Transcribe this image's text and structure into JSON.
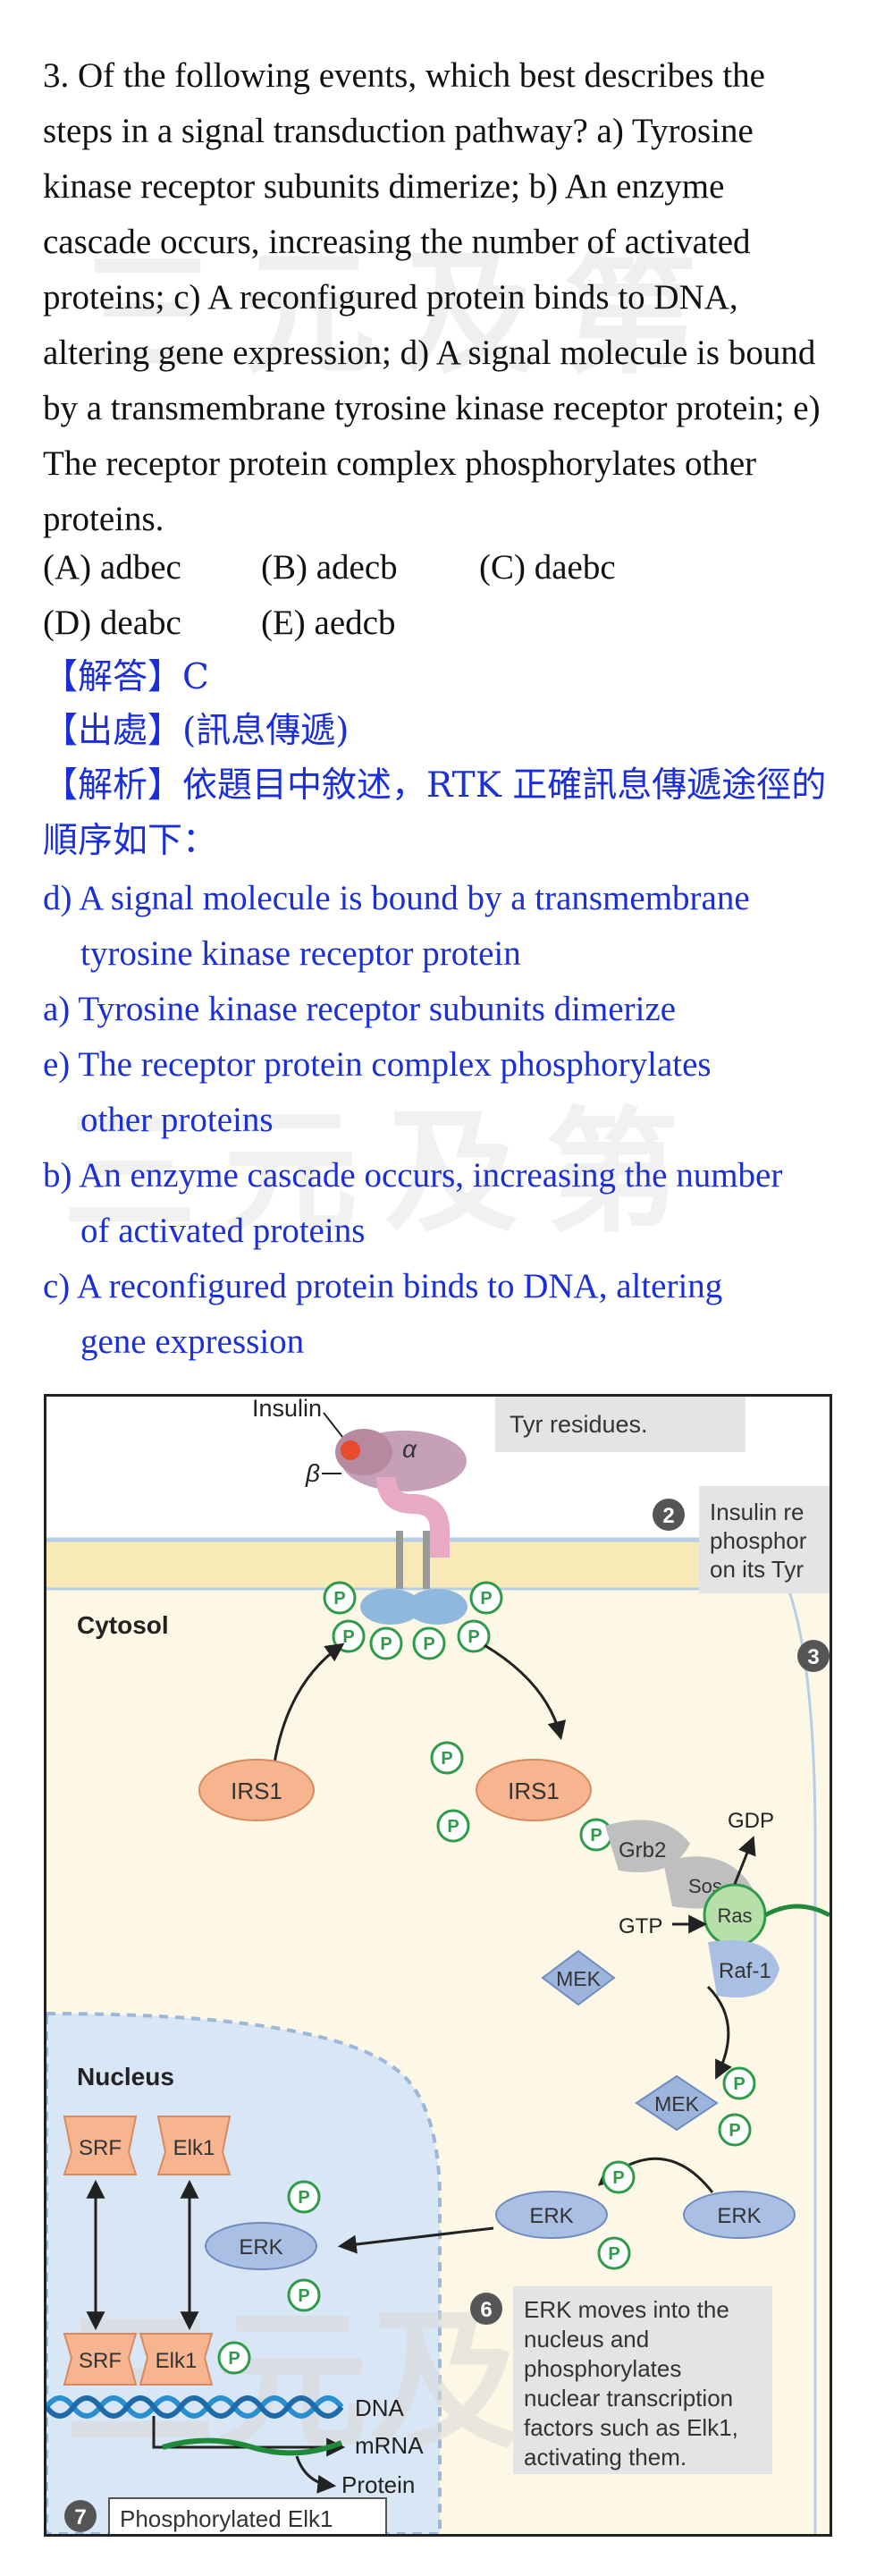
{
  "question": {
    "text": "3. Of the following events, which best describes the steps in a signal transduction pathway? a) Tyrosine kinase receptor subunits dimerize; b) An enzyme cascade occurs, increasing the number of activated proteins; c) A reconfigured protein binds to DNA, altering gene expression; d) A signal molecule is bound by a transmembrane tyrosine kinase receptor protein; e) The receptor protein complex phosphorylates other proteins.",
    "options": [
      "(A) adbec",
      "(B) adecb",
      "(C) daebc",
      "(D) deabc",
      "(E) aedcb"
    ]
  },
  "answer": {
    "line": "【解答】C",
    "source": "【出處】(訊息傳遞)",
    "analysis": "【解析】依題目中敘述，RTK 正確訊息傳遞途徑的順序如下："
  },
  "steps": [
    {
      "first": "d) A signal molecule is bound by a transmembrane",
      "cont": "tyrosine kinase receptor protein"
    },
    {
      "first": "a) Tyrosine kinase receptor subunits dimerize",
      "cont": ""
    },
    {
      "first": "e) The receptor protein complex phosphorylates",
      "cont": "other proteins"
    },
    {
      "first": "b) An enzyme cascade occurs, increasing the number",
      "cont": "of activated proteins"
    },
    {
      "first": "c) A reconfigured protein binds to DNA, altering",
      "cont": "gene expression"
    }
  ],
  "watermark": "三元及第",
  "figure": {
    "insulin": "Insulin",
    "beta": "β",
    "alpha": "α",
    "tyr_box": "Tyr residues.",
    "step2_num": "2",
    "step2_text": [
      "Insulin re",
      "phosphor",
      "on its Tyr"
    ],
    "step3_num": "3",
    "cytosol": "Cytosol",
    "nucleus": "Nucleus",
    "p": "P",
    "irs1": "IRS1",
    "grb2": "Grb2",
    "sos": "Sos",
    "ras": "Ras",
    "gdp": "GDP",
    "gtp": "GTP",
    "raf1": "Raf-1",
    "mek": "MEK",
    "erk": "ERK",
    "srf": "SRF",
    "elk1": "Elk1",
    "dna": "DNA",
    "mrna": "mRNA",
    "protein": "Protein",
    "step6_num": "6",
    "step6_text": [
      "ERK moves into the",
      "nucleus and",
      "phosphorylates",
      "nuclear transcription",
      "factors such as Elk1,",
      "activating them."
    ],
    "step7_num": "7",
    "step7_text": "Phosphorylated Elk1"
  },
  "colors": {
    "answer_blue": "#1a2fd8",
    "irs1_orange": "#f6b58f",
    "mek_blue": "#9db4dd",
    "ras_green": "#b6dfa9",
    "p_green": "#2e9b4a",
    "nucleus_blue": "#d9e6f5",
    "cytosol_cream": "#fdf7e6"
  }
}
